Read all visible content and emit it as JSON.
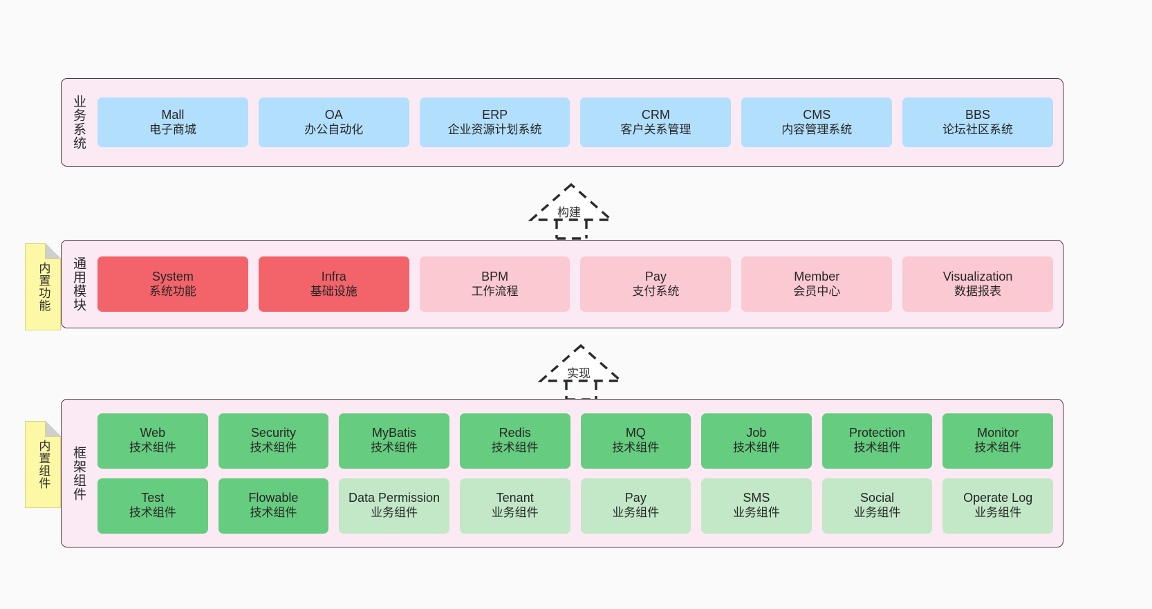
{
  "colors": {
    "canvas": "#fafafa",
    "band_fill": "#fbeaf4",
    "band_border": "#4a3540",
    "business_card": "#b2dffc",
    "module_strong": "#f2636a",
    "module_soft": "#fbc9d2",
    "framework_strong": "#66cc7f",
    "framework_soft": "#c2e8c8",
    "note_fill": "#fcf8a5"
  },
  "notes": {
    "modules": "内置功能",
    "framework": "内置组件"
  },
  "arrows": {
    "build": {
      "label": "构建",
      "style": "dashed-generalization"
    },
    "implement": {
      "label": "实现",
      "style": "dashed-generalization"
    }
  },
  "layers": [
    {
      "id": "business",
      "title": "业务系统",
      "cards": [
        {
          "name": "Mall",
          "desc": "电子商城",
          "variant": "blue"
        },
        {
          "name": "OA",
          "desc": "办公自动化",
          "variant": "blue"
        },
        {
          "name": "ERP",
          "desc": "企业资源计划系统",
          "variant": "blue"
        },
        {
          "name": "CRM",
          "desc": "客户关系管理",
          "variant": "blue"
        },
        {
          "name": "CMS",
          "desc": "内容管理系统",
          "variant": "blue"
        },
        {
          "name": "BBS",
          "desc": "论坛社区系统",
          "variant": "blue"
        }
      ]
    },
    {
      "id": "modules",
      "title": "通用模块",
      "cards": [
        {
          "name": "System",
          "desc": "系统功能",
          "variant": "strong"
        },
        {
          "name": "Infra",
          "desc": "基础设施",
          "variant": "strong"
        },
        {
          "name": "BPM",
          "desc": "工作流程",
          "variant": "soft"
        },
        {
          "name": "Pay",
          "desc": "支付系统",
          "variant": "soft"
        },
        {
          "name": "Member",
          "desc": "会员中心",
          "variant": "soft"
        },
        {
          "name": "Visualization",
          "desc": "数据报表",
          "variant": "soft"
        }
      ]
    },
    {
      "id": "framework",
      "title": "框架组件",
      "rows": [
        [
          {
            "name": "Web",
            "desc": "技术组件",
            "variant": "strong"
          },
          {
            "name": "Security",
            "desc": "技术组件",
            "variant": "strong"
          },
          {
            "name": "MyBatis",
            "desc": "技术组件",
            "variant": "strong"
          },
          {
            "name": "Redis",
            "desc": "技术组件",
            "variant": "strong"
          },
          {
            "name": "MQ",
            "desc": "技术组件",
            "variant": "strong"
          },
          {
            "name": "Job",
            "desc": "技术组件",
            "variant": "strong"
          },
          {
            "name": "Protection",
            "desc": "技术组件",
            "variant": "strong"
          },
          {
            "name": "Monitor",
            "desc": "技术组件",
            "variant": "strong"
          }
        ],
        [
          {
            "name": "Test",
            "desc": "技术组件",
            "variant": "strong"
          },
          {
            "name": "Flowable",
            "desc": "技术组件",
            "variant": "strong"
          },
          {
            "name": "Data Permission",
            "desc": "业务组件",
            "variant": "soft"
          },
          {
            "name": "Tenant",
            "desc": "业务组件",
            "variant": "soft"
          },
          {
            "name": "Pay",
            "desc": "业务组件",
            "variant": "soft"
          },
          {
            "name": "SMS",
            "desc": "业务组件",
            "variant": "soft"
          },
          {
            "name": "Social",
            "desc": "业务组件",
            "variant": "soft"
          },
          {
            "name": "Operate Log",
            "desc": "业务组件",
            "variant": "soft"
          }
        ]
      ]
    }
  ]
}
